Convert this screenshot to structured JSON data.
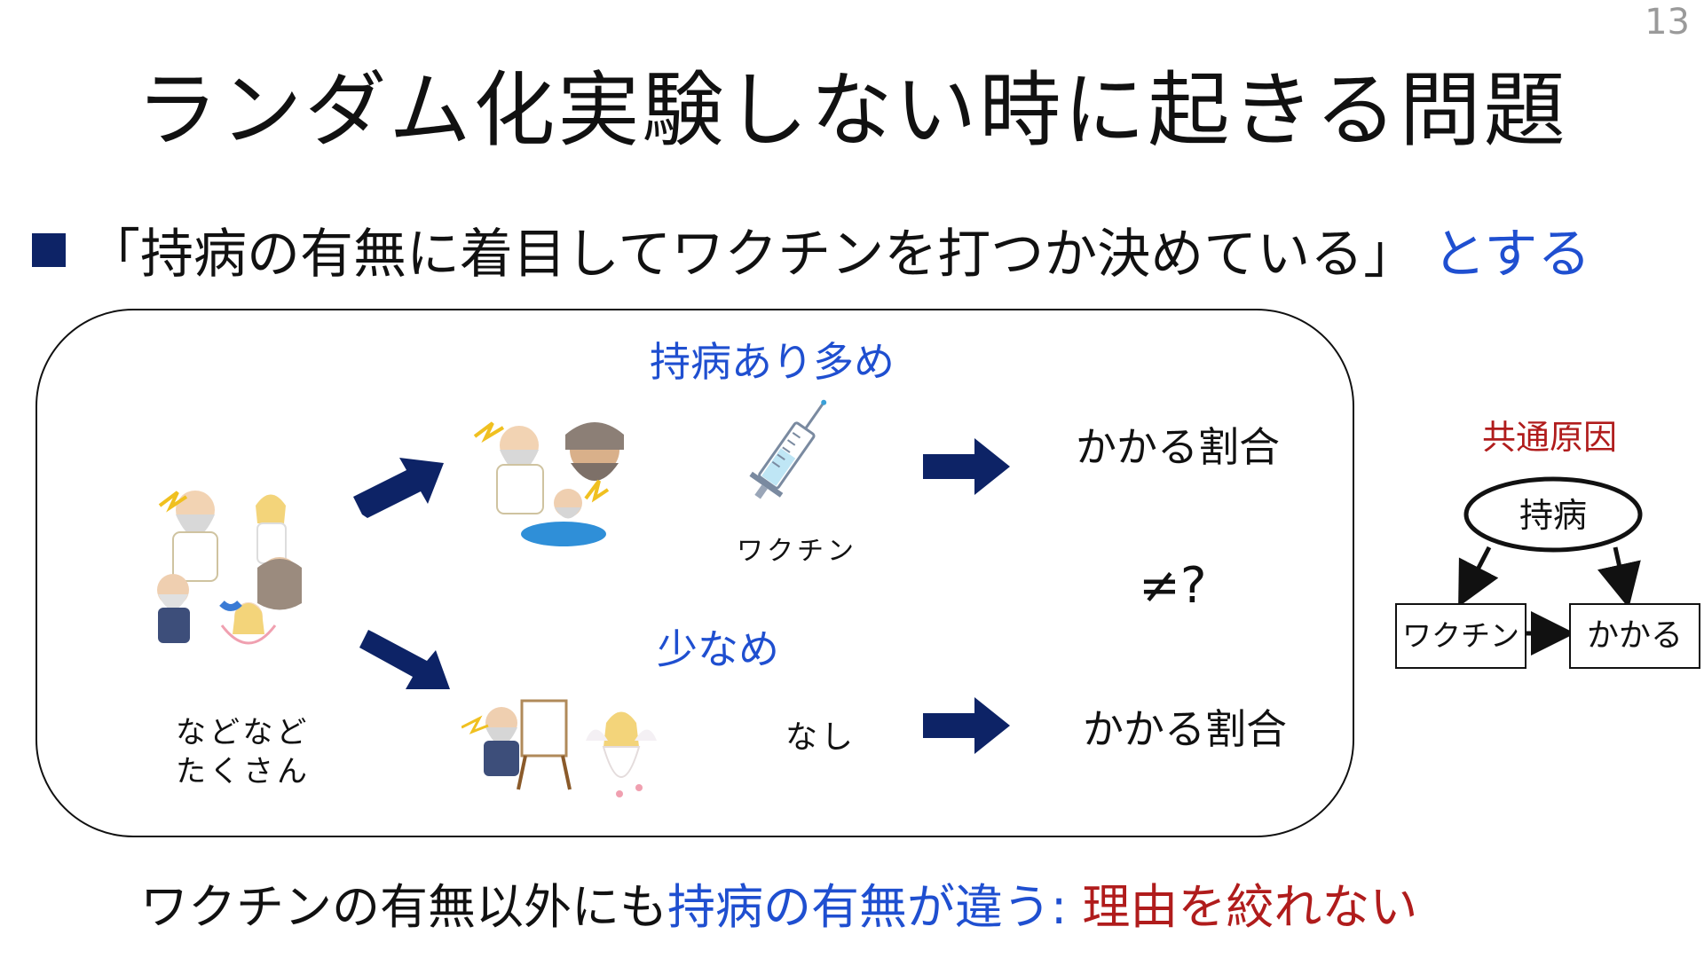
{
  "page_number": "13",
  "title": "ランダム化実験しない時に起きる問題",
  "bullet": {
    "main_text": "「持病の有無に着目してワクチンを打つか決めている」",
    "highlight_text": "とする"
  },
  "diagram": {
    "crowd_label_line1": "などなど",
    "crowd_label_line2": "たくさん",
    "upper_group_label": "持病あり多め",
    "lower_group_label": "少なめ",
    "vaccine_label": "ワクチン",
    "no_vaccine_label": "なし",
    "upper_outcome": "かかる割合",
    "lower_outcome": "かかる割合",
    "comparison": "≠?"
  },
  "dag": {
    "title": "共通原因",
    "confounder": "持病",
    "treatment": "ワクチン",
    "outcome": "かかる"
  },
  "conclusion": {
    "part1": "ワクチンの有無以外にも",
    "part2": "持病の有無が違う",
    "separator": ": ",
    "part3": "理由を絞れない"
  },
  "colors": {
    "arrow_navy": "#0d2366",
    "highlight_blue": "#1f4fd0",
    "highlight_red": "#b01c1c"
  }
}
